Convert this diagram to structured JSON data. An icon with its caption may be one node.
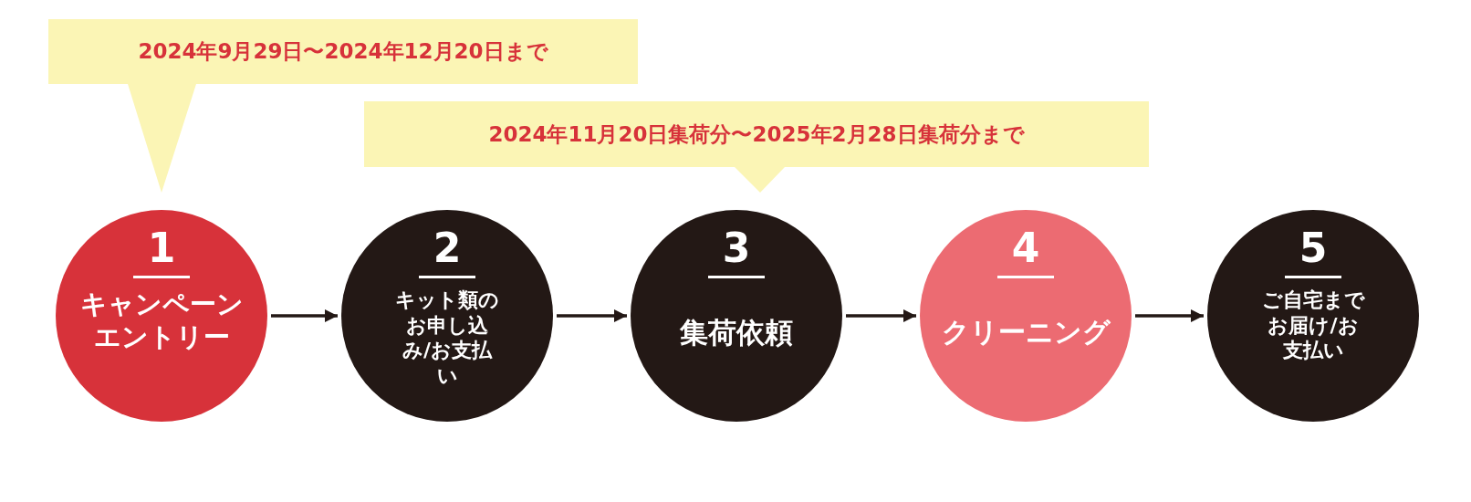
{
  "diagram": {
    "nodes": [
      {
        "text": [
          "2024年9月29日〜2024年12月20日まで"
        ]
      },
      {
        "text": [
          "2024年11月20日集荷分〜2025年2月28日集荷分まで"
        ]
      },
      {
        "text": [
          "1",
          "キャンペーンエントリー"
        ]
      },
      {
        "text": [
          "2",
          "キット類のお申し込み/お支払い"
        ]
      },
      {
        "text": [
          "3",
          "集荷依頼"
        ]
      },
      {
        "text": [
          "4",
          "クリーニング"
        ]
      },
      {
        "text": [
          "5",
          "ご自宅までお届け/お支払い"
        ]
      }
    ],
    "edges": [
      {
        "from": 2,
        "to": 3,
        "arrow": "to"
      },
      {
        "from": 3,
        "to": 4,
        "arrow": "to"
      },
      {
        "from": 4,
        "to": 5,
        "arrow": "to"
      },
      {
        "from": 5,
        "to": 6,
        "arrow": "to"
      }
    ]
  }
}
